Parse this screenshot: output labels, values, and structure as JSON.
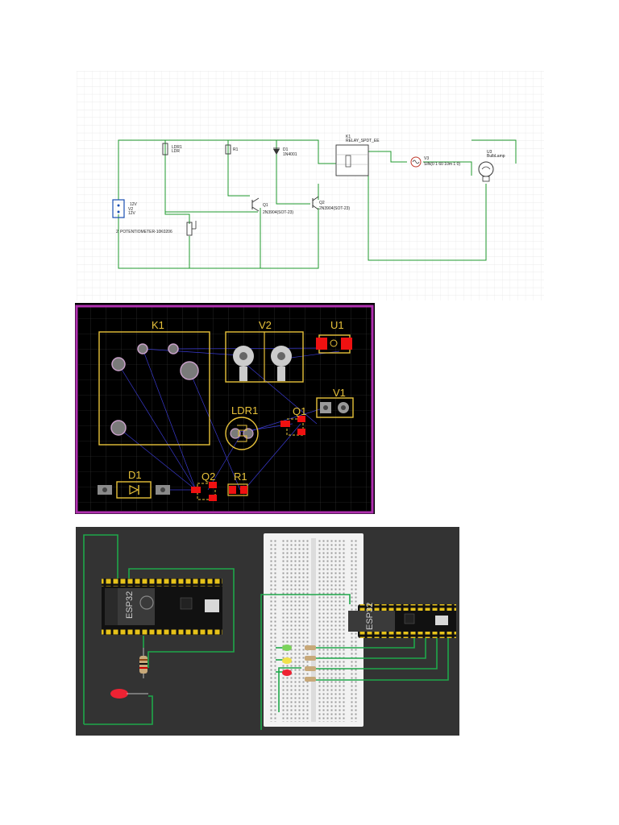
{
  "schematic": {
    "labels": {
      "ldr": "LDR1",
      "ldr_sub": "LDR",
      "r1": "R1",
      "d1": "D1",
      "d1_part": "1N4001",
      "k1": "K1",
      "k1_part": "RELAY_SPDT_EE",
      "v3": "V3",
      "v3_val": "SIN(0 1 60 10m 1 0)",
      "u3": "U3",
      "u3_part": "BulbLamp",
      "v2": "V2",
      "v2_val": "12V",
      "v2_v": "12V",
      "pot": "POTENTIOMETER-10K0206",
      "pot_prefix": "2",
      "q1": "Q1",
      "q1_part": "2N3904(SOT-23)",
      "q2": "Q2",
      "q2_part": "2N3904(SOT-23)"
    }
  },
  "pcb": {
    "labels": {
      "k1": "K1",
      "v2": "V2",
      "u1": "U1",
      "v1": "V1",
      "ldr1": "LDR1",
      "q1": "Q1",
      "d1": "D1",
      "q2": "Q2",
      "r1": "R1"
    }
  },
  "breadboard": {
    "labels": {
      "esp_left": "ESP32",
      "esp_right": "ESP32"
    }
  }
}
